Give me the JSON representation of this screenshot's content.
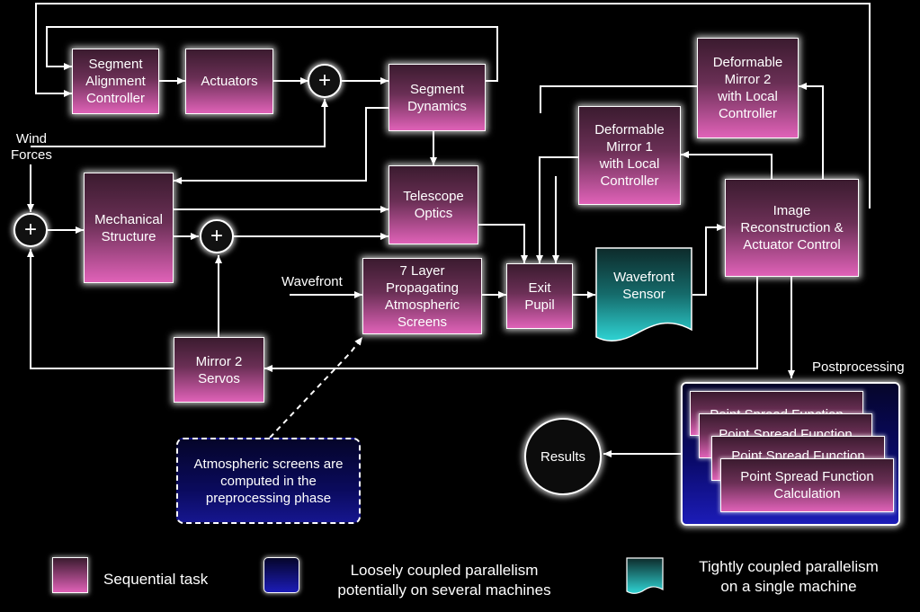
{
  "blocks": {
    "segment_alignment_controller": "Segment\nAlignment\nController",
    "actuators": "Actuators",
    "segment_dynamics": "Segment\nDynamics",
    "mechanical_structure": "Mechanical\nStructure",
    "telescope_optics": "Telescope\nOptics",
    "atmospheric_screens": "7 Layer\nPropagating\nAtmospheric\nScreens",
    "exit_pupil": "Exit\nPupil",
    "mirror2_servos": "Mirror 2\nServos",
    "deformable_mirror1": "Deformable\nMirror 1\nwith Local\nController",
    "deformable_mirror2": "Deformable\nMirror 2\nwith Local\nController",
    "image_reconstruction": "Image\nReconstruction &\nActuator Control",
    "wavefront_sensor": "Wavefront\nSensor",
    "results": "Results"
  },
  "summing_symbol": "+",
  "labels": {
    "wind_forces": "Wind\nForces",
    "wavefront": "Wavefront",
    "postprocessing": "Postprocessing"
  },
  "psf": {
    "back_label": "Point Spread Function",
    "front_label": "Point Spread Function\nCalculation"
  },
  "note": "Atmospheric screens are\ncomputed in the\npreprocessing phase",
  "legend": {
    "sequential": "Sequential task",
    "loosely": "Loosely coupled parallelism\npotentially on several machines",
    "tightly": "Tightly coupled parallelism\non a single machine"
  },
  "colors": {
    "sequential": "#e062b8",
    "loosely": "#1c1cb8",
    "tightly": "#25c9c9"
  }
}
